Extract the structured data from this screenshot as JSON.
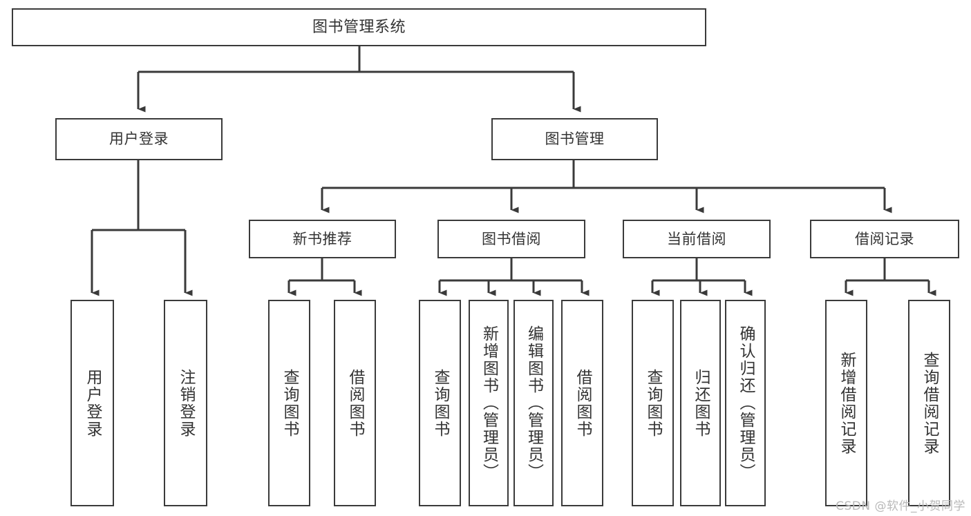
{
  "diagram": {
    "type": "tree",
    "title": "图书管理系统",
    "colors": {
      "box_border": "#3a3a3a",
      "box_fill": "#ffffff",
      "text": "#333333",
      "edge": "#3a3a3a",
      "watermark": "#b9b9b9",
      "background": "#ffffff"
    },
    "watermark": "CSDN @软件_小贺同学",
    "levels": {
      "root": {
        "label": "图书管理系统"
      },
      "level2": [
        {
          "id": "user-login",
          "label": "用户登录"
        },
        {
          "id": "book-manage",
          "label": "图书管理"
        }
      ],
      "level3": [
        {
          "id": "new-book-rec",
          "label": "新书推荐"
        },
        {
          "id": "book-borrow",
          "label": "图书借阅"
        },
        {
          "id": "current-borrow",
          "label": "当前借阅"
        },
        {
          "id": "borrow-record",
          "label": "借阅记录"
        }
      ],
      "leaves": {
        "user-login": [
          {
            "id": "leaf-user-login",
            "label": "用户登录"
          },
          {
            "id": "leaf-logout",
            "label": "注销登录"
          }
        ],
        "new-book-rec": [
          {
            "id": "leaf-query-book-1",
            "label": "查询图书"
          },
          {
            "id": "leaf-borrow-book-1",
            "label": "借阅图书"
          }
        ],
        "book-borrow": [
          {
            "id": "leaf-query-book-2",
            "label": "查询图书"
          },
          {
            "id": "leaf-add-book",
            "label": "新增图书（管理员）"
          },
          {
            "id": "leaf-edit-book",
            "label": "编辑图书（管理员）"
          },
          {
            "id": "leaf-borrow-book-2",
            "label": "借阅图书"
          }
        ],
        "current-borrow": [
          {
            "id": "leaf-query-book-3",
            "label": "查询图书"
          },
          {
            "id": "leaf-return-book",
            "label": "归还图书"
          },
          {
            "id": "leaf-confirm-return",
            "label": "确认归还（管理员）"
          }
        ],
        "borrow-record": [
          {
            "id": "leaf-add-record",
            "label": "新增借阅记录"
          },
          {
            "id": "leaf-query-record",
            "label": "查询借阅记录"
          }
        ]
      }
    }
  }
}
